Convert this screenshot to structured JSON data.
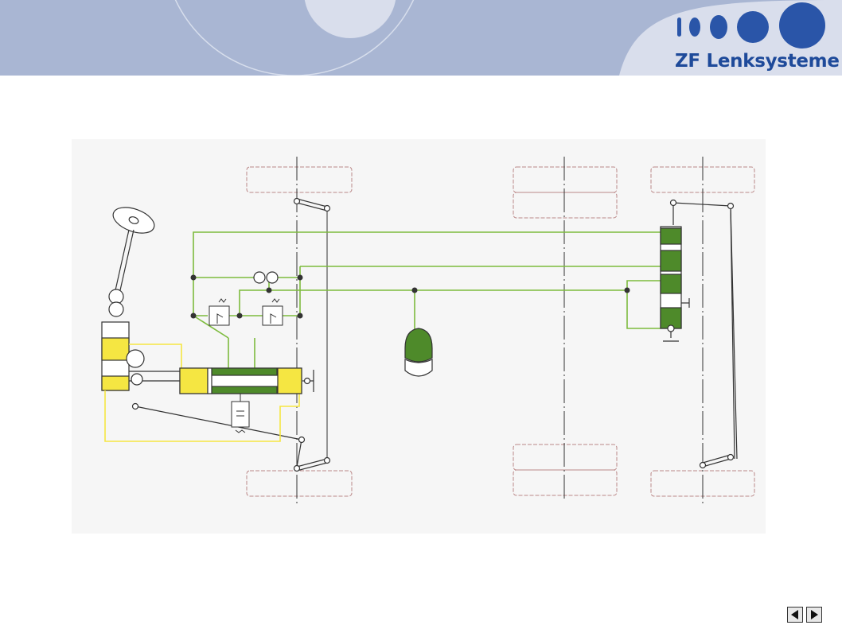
{
  "header": {
    "brand_name": "ZF Lenksysteme",
    "brand_color": "#1e4a9a",
    "background_color": "#a9b6d3"
  },
  "diagram": {
    "hydraulic_line_color": "#7dbb3d",
    "yellow_line_color": "#f5e642",
    "cylinder_fill_green": "#4e8a2a",
    "cylinder_fill_yellow": "#f5e642"
  },
  "navigation": {
    "previous_icon": "triangle-left",
    "next_icon": "triangle-right"
  }
}
